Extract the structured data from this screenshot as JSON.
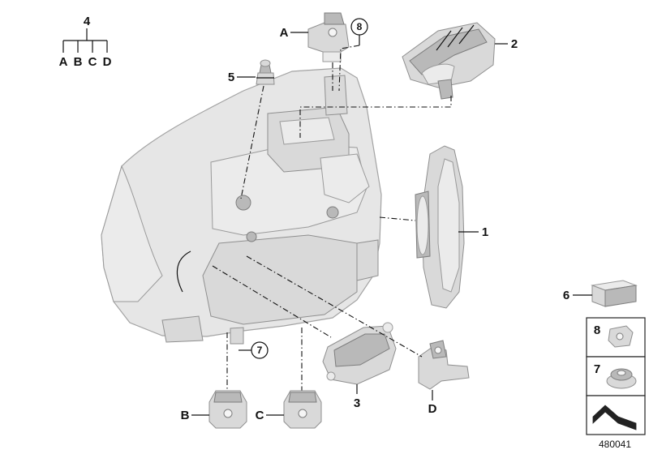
{
  "tree": {
    "parent": "4",
    "children": [
      "A",
      "B",
      "C",
      "D"
    ]
  },
  "callouts": {
    "p1": "1",
    "p2": "2",
    "p3": "3",
    "p5": "5",
    "p6": "6",
    "p7": "7",
    "p8": "8",
    "A": "A",
    "B": "B",
    "C": "C",
    "D": "D"
  },
  "sidebar": {
    "item8": "8",
    "item7": "7"
  },
  "reference_number": "480041",
  "colors": {
    "part_fill": "#d9d9d9",
    "line": "#111111"
  }
}
